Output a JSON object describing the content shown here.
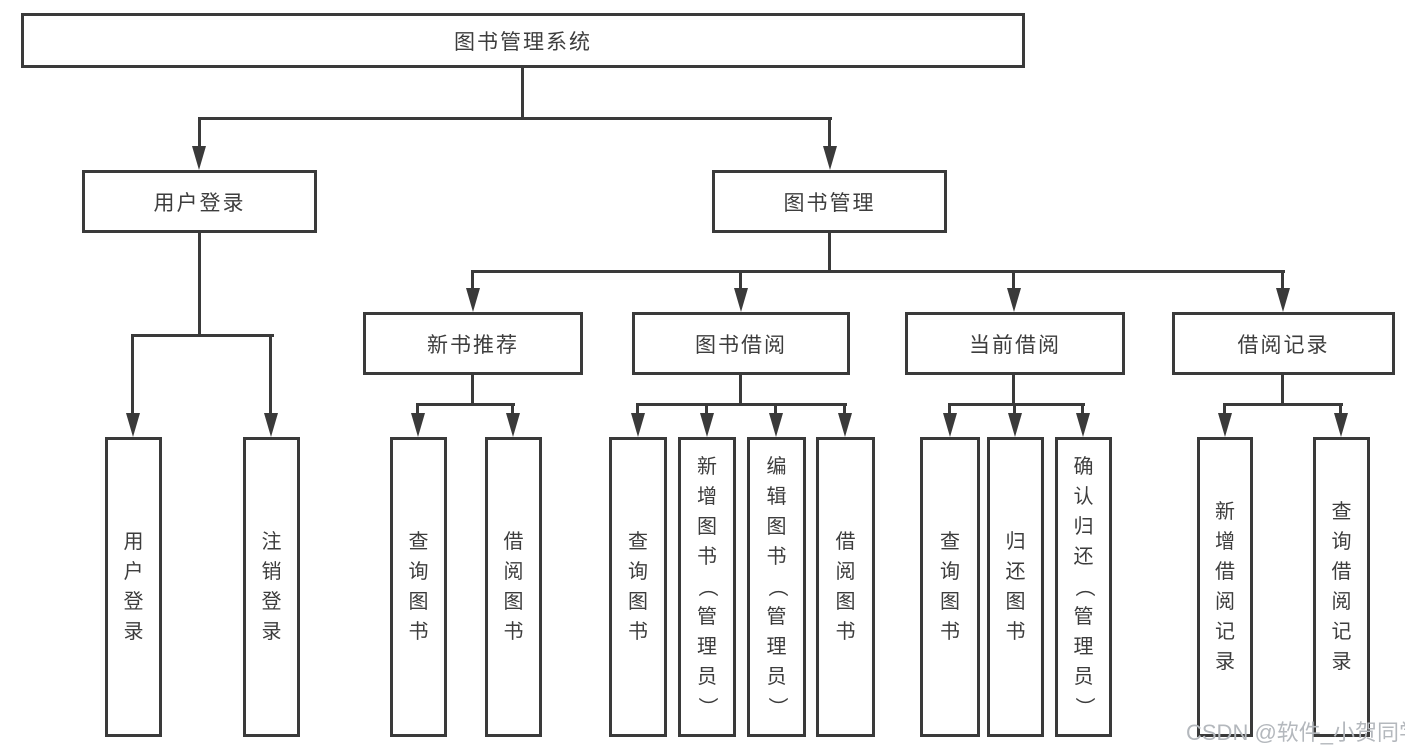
{
  "diagram": {
    "type": "hierarchy-tree",
    "title": "图书管理系统",
    "watermark": "CSDN @软件_小贺同学",
    "colors": {
      "background": "#ffffff",
      "line": "#3a3a3a",
      "box_border": "#3a3a3a",
      "text": "#3d3d3d",
      "watermark": "#b4b8bd"
    },
    "tree": {
      "label": "图书管理系统",
      "children": [
        {
          "label": "用户登录",
          "children": [
            {
              "label": "用户登录"
            },
            {
              "label": "注销登录"
            }
          ]
        },
        {
          "label": "图书管理",
          "children": [
            {
              "label": "新书推荐",
              "children": [
                {
                  "label": "查询图书"
                },
                {
                  "label": "借阅图书"
                }
              ]
            },
            {
              "label": "图书借阅",
              "children": [
                {
                  "label": "查询图书"
                },
                {
                  "label": "新增图书（管理员）"
                },
                {
                  "label": "编辑图书（管理员）"
                },
                {
                  "label": "借阅图书"
                }
              ]
            },
            {
              "label": "当前借阅",
              "children": [
                {
                  "label": "查询图书"
                },
                {
                  "label": "归还图书"
                },
                {
                  "label": "确认归还（管理员）"
                }
              ]
            },
            {
              "label": "借阅记录",
              "children": [
                {
                  "label": "新增借阅记录"
                },
                {
                  "label": "查询借阅记录"
                }
              ]
            }
          ]
        }
      ]
    }
  }
}
